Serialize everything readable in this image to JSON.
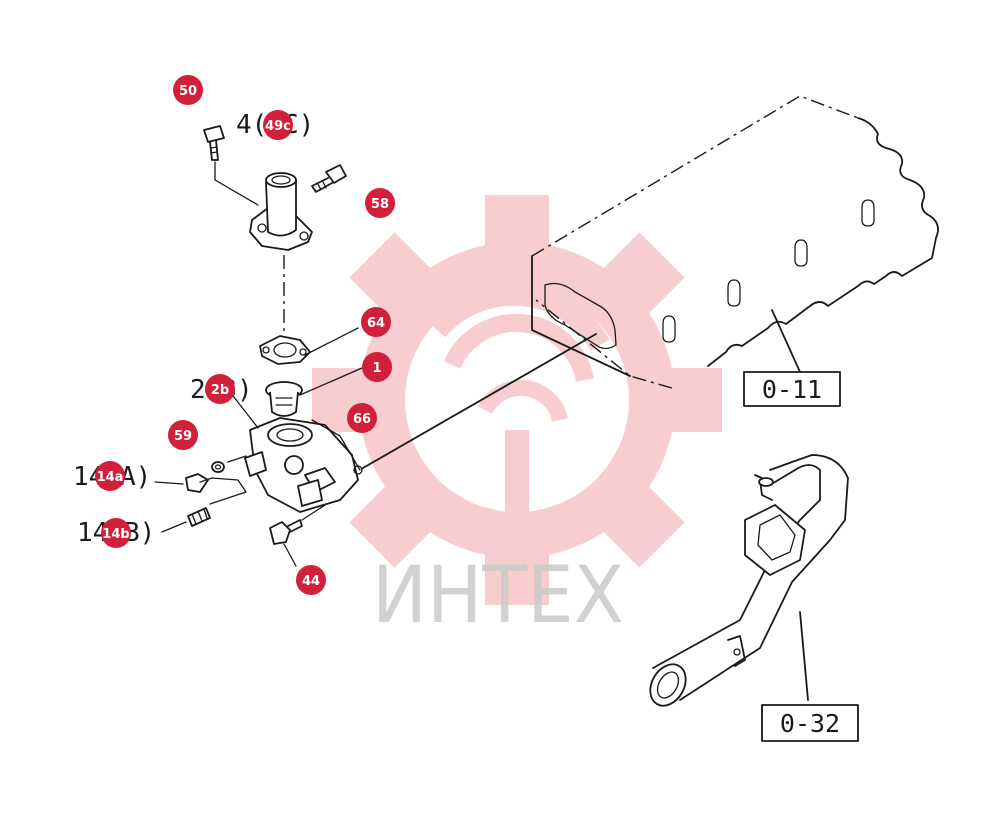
{
  "watermark": {
    "text": "ИНТЕХ",
    "gear_color": "#f3a5a8",
    "text_color": "#c9c9c9"
  },
  "accent_color": "#d21f3c",
  "reference_boxes": [
    {
      "id": "ref-0-11",
      "label": "0-11"
    },
    {
      "id": "ref-0-32",
      "label": "0-32"
    }
  ],
  "part_codes": [
    {
      "id": "code-49c",
      "text": "4( C)"
    },
    {
      "id": "code-2b",
      "text": "2 3)"
    },
    {
      "id": "code-14a",
      "text": "14 A)"
    },
    {
      "id": "code-14b",
      "text": "14 B)"
    }
  ],
  "callouts": [
    {
      "id": "50",
      "label": "50"
    },
    {
      "id": "49c",
      "label": "49c"
    },
    {
      "id": "58",
      "label": "58"
    },
    {
      "id": "64",
      "label": "64"
    },
    {
      "id": "1",
      "label": "1"
    },
    {
      "id": "2b",
      "label": "2b"
    },
    {
      "id": "66",
      "label": "66"
    },
    {
      "id": "59",
      "label": "59"
    },
    {
      "id": "14a",
      "label": "14a"
    },
    {
      "id": "14b",
      "label": "14b"
    },
    {
      "id": "44",
      "label": "44"
    }
  ]
}
